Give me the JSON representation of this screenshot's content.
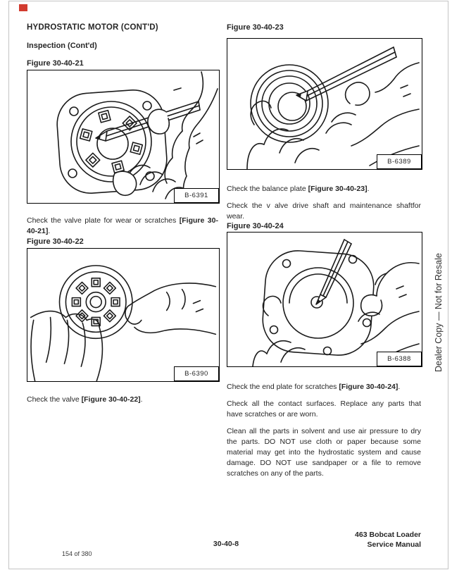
{
  "marker": {
    "color": "#d23b2f",
    "css": "background:#d23b2f"
  },
  "header": {
    "title": "HYDROSTATIC MOTOR (CONT'D)",
    "subtitle": "Inspection (Cont'd)"
  },
  "figures": [
    {
      "label": "Figure 30-40-21",
      "tag": "B-6391"
    },
    {
      "label": "Figure 30-40-22",
      "tag": "B-6390"
    },
    {
      "label": "Figure 30-40-23",
      "tag": "B-6389"
    },
    {
      "label": "Figure 30-40-24",
      "tag": "B-6388"
    }
  ],
  "paragraphs": {
    "p1": {
      "pre": "Check the valve plate for wear or scratches ",
      "ref": "[Figure 30-40-21]",
      "post": "."
    },
    "p2": {
      "pre": "Check the valve ",
      "ref": "[Figure 30-40-22]",
      "post": "."
    },
    "p3": {
      "pre": "Check the balance plate ",
      "ref": "[Figure 30-40-23]",
      "post": "."
    },
    "p4": {
      "text": "Check the v alve drive shaft and maintenance shaftfor wear."
    },
    "p5": {
      "pre": "Check the end plate for scratches ",
      "ref": "[Figure 30-40-24]",
      "post": "."
    },
    "p6": {
      "text": "Check all the contact surfaces.  Replace any parts that have scratches or are worn."
    },
    "p7": {
      "text": "Clean all the parts in solvent and use air pressure to dry the parts.  DO NOT use cloth or paper because some material may get into the hydrostatic system and cause damage.  DO NOT use sandpaper or a file to remove scratches on any of the parts."
    }
  },
  "watermark": {
    "text": "Dealer Copy — Not for Resale"
  },
  "footer": {
    "page_code": "30-40-8",
    "manual_line1": "463 Bobcat Loader",
    "manual_line2": "Service Manual",
    "page_counter": "154 of 380"
  }
}
